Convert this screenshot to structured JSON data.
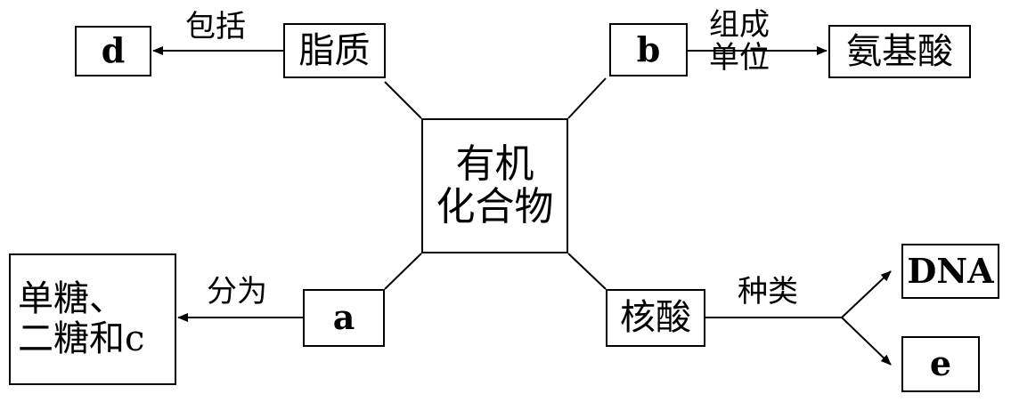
{
  "center": {
    "line1": "有机",
    "line2": "化合物"
  },
  "lipid": {
    "box": "脂质",
    "includes": "包括",
    "d": "d"
  },
  "protein": {
    "b": "b",
    "relation_line1": "组成",
    "relation_line2": "单位",
    "amino_acid": "氨基酸"
  },
  "carbohydrate": {
    "a": "a",
    "divided_into": "分为",
    "result_line1": "单糖、",
    "result_line2": "二糖和c"
  },
  "nucleic_acid": {
    "box": "核酸",
    "kinds": "种类",
    "dna": "DNA",
    "e": "e"
  }
}
